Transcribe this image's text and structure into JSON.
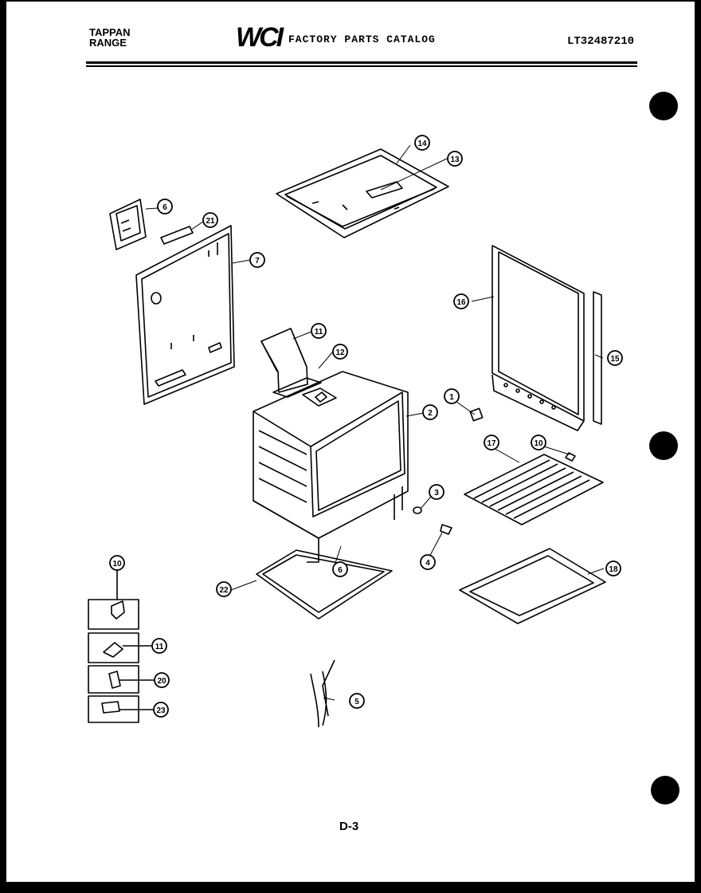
{
  "header": {
    "brand_line1": "TAPPAN",
    "brand_line2": "RANGE",
    "logo_text": "WCI",
    "catalog_title": "FACTORY PARTS CATALOG",
    "model_number": "LT32487210"
  },
  "footer": {
    "page_number": "D-3"
  },
  "callouts": {
    "c1": "1",
    "c2": "2",
    "c3": "3",
    "c4": "4",
    "c5": "5",
    "c6a": "6",
    "c6b": "6",
    "c7": "7",
    "c10a": "10",
    "c10b": "10",
    "c11a": "11",
    "c11b": "11",
    "c12": "12",
    "c13": "13",
    "c14": "14",
    "c15": "15",
    "c16": "16",
    "c17": "17",
    "c18": "18",
    "c20": "20",
    "c21": "21",
    "c22": "22",
    "c23": "23"
  }
}
